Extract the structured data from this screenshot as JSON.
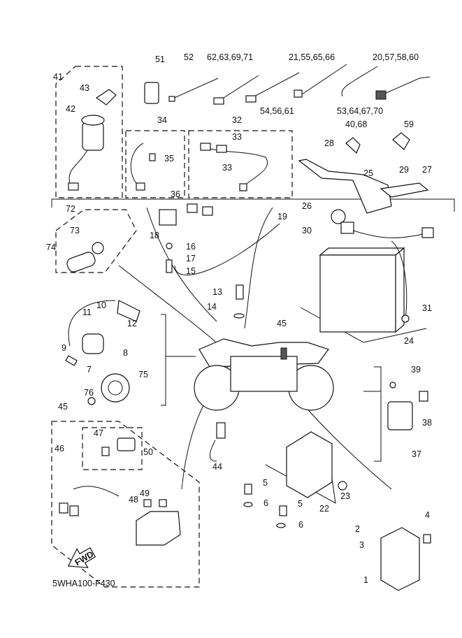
{
  "diagram": {
    "code": "5WHA100-F430",
    "fwd_label": "FWD",
    "labels": [
      "51",
      "52",
      "62,63,69,71",
      "21,55,65,66",
      "20,57,58,60",
      "41",
      "43",
      "42",
      "54,56,61",
      "53,64,67,70",
      "34",
      "32",
      "33",
      "35",
      "33",
      "36",
      "28",
      "40,68",
      "59",
      "25",
      "29",
      "27",
      "72",
      "73",
      "74",
      "26",
      "30",
      "19",
      "18",
      "16",
      "17",
      "15",
      "13",
      "14",
      "31",
      "24",
      "11",
      "10",
      "12",
      "9",
      "8",
      "7",
      "75",
      "76",
      "45",
      "45",
      "39",
      "38",
      "37",
      "46",
      "47",
      "50",
      "44",
      "49",
      "48",
      "5",
      "6",
      "5",
      "6",
      "22",
      "23",
      "4",
      "2",
      "3",
      "1"
    ]
  }
}
